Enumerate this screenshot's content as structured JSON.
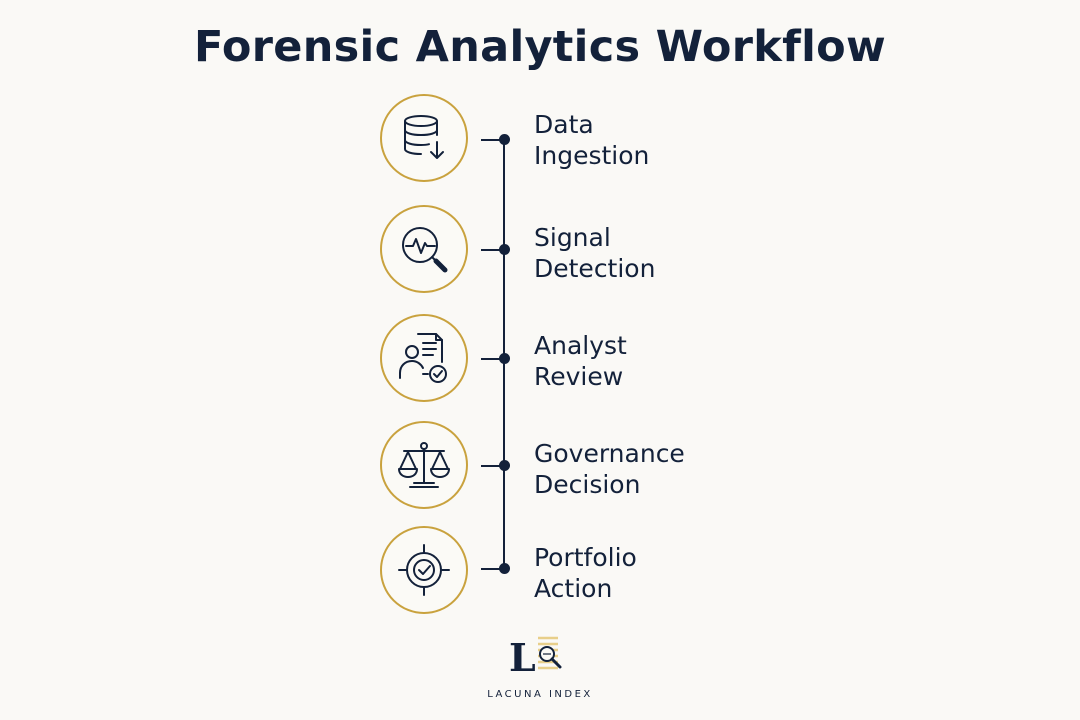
{
  "title": "Forensic Analytics Workflow",
  "accent_color": "#c9a23e",
  "line_color": "#13213a",
  "steps": [
    {
      "icon": "database-download-icon",
      "line1": "Data",
      "line2": "Ingestion"
    },
    {
      "icon": "magnifier-signal-icon",
      "line1": "Signal",
      "line2": "Detection"
    },
    {
      "icon": "analyst-document-check-icon",
      "line1": "Analyst",
      "line2": "Review"
    },
    {
      "icon": "balance-scale-icon",
      "line1": "Governance",
      "line2": "Decision"
    },
    {
      "icon": "target-check-icon",
      "line1": "Portfolio",
      "line2": "Action"
    }
  ],
  "logo": {
    "text": "LACUNA INDEX",
    "icon": "lacuna-index-logo"
  }
}
